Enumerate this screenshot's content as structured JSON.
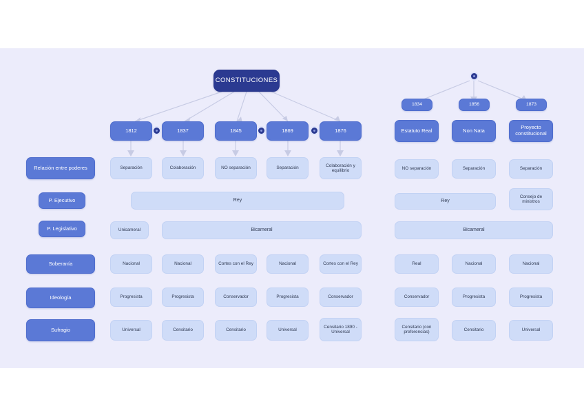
{
  "diagram": {
    "title": "CONSTITUCIONES",
    "canvas_bg": "#ececfb",
    "root_color": "#2b3a91",
    "mid_color": "#5b79d6",
    "cell_color": "#cfdcf8"
  },
  "row_labels": [
    {
      "key": "relacion",
      "label": "Relación entre poderes"
    },
    {
      "key": "ejecutivo",
      "label": "P. Ejecutivo"
    },
    {
      "key": "legislativo",
      "label": "P. Legislativo"
    },
    {
      "key": "soberania",
      "label": "Soberanía"
    },
    {
      "key": "ideologia",
      "label": "Ideología"
    },
    {
      "key": "sufragio",
      "label": "Sufragio"
    }
  ],
  "left_group": {
    "years": [
      "1812",
      "1837",
      "1845",
      "1869",
      "1876"
    ],
    "relacion": [
      "Separación",
      "Colaboración",
      "NO separación",
      "Separación",
      "Colaboración y equilibrio"
    ],
    "ejecutivo_span": "Rey",
    "legislativo": [
      "Unicameral",
      "Bicameral"
    ],
    "soberania": [
      "Nacional",
      "Nacional",
      "Cortes con el Rey",
      "Nacional",
      "Cortes con el Rey"
    ],
    "ideologia": [
      "Progresista",
      "Progresista",
      "Conservador",
      "Progresista",
      "Conservador"
    ],
    "sufragio": [
      "Universal",
      "Censitario",
      "Censitario",
      "Universal",
      "Censitario 1890 - Universal"
    ]
  },
  "right_group": {
    "years": [
      "1834",
      "1856",
      "1873"
    ],
    "titles": [
      "Estatuto Real",
      "Non Nata",
      "Proyecto constitucional"
    ],
    "relacion": [
      "NO separación",
      "Separación",
      "Separación"
    ],
    "ejecutivo": [
      "Rey",
      "Consejo de ministros"
    ],
    "legislativo_span": "Bicameral",
    "soberania": [
      "Real",
      "Nacional",
      "Nacional"
    ],
    "ideologia": [
      "Conservador",
      "Progresista",
      "Progresista"
    ],
    "sufragio": [
      "Censitario (con preferencias)",
      "Censitario",
      "Universal"
    ]
  }
}
